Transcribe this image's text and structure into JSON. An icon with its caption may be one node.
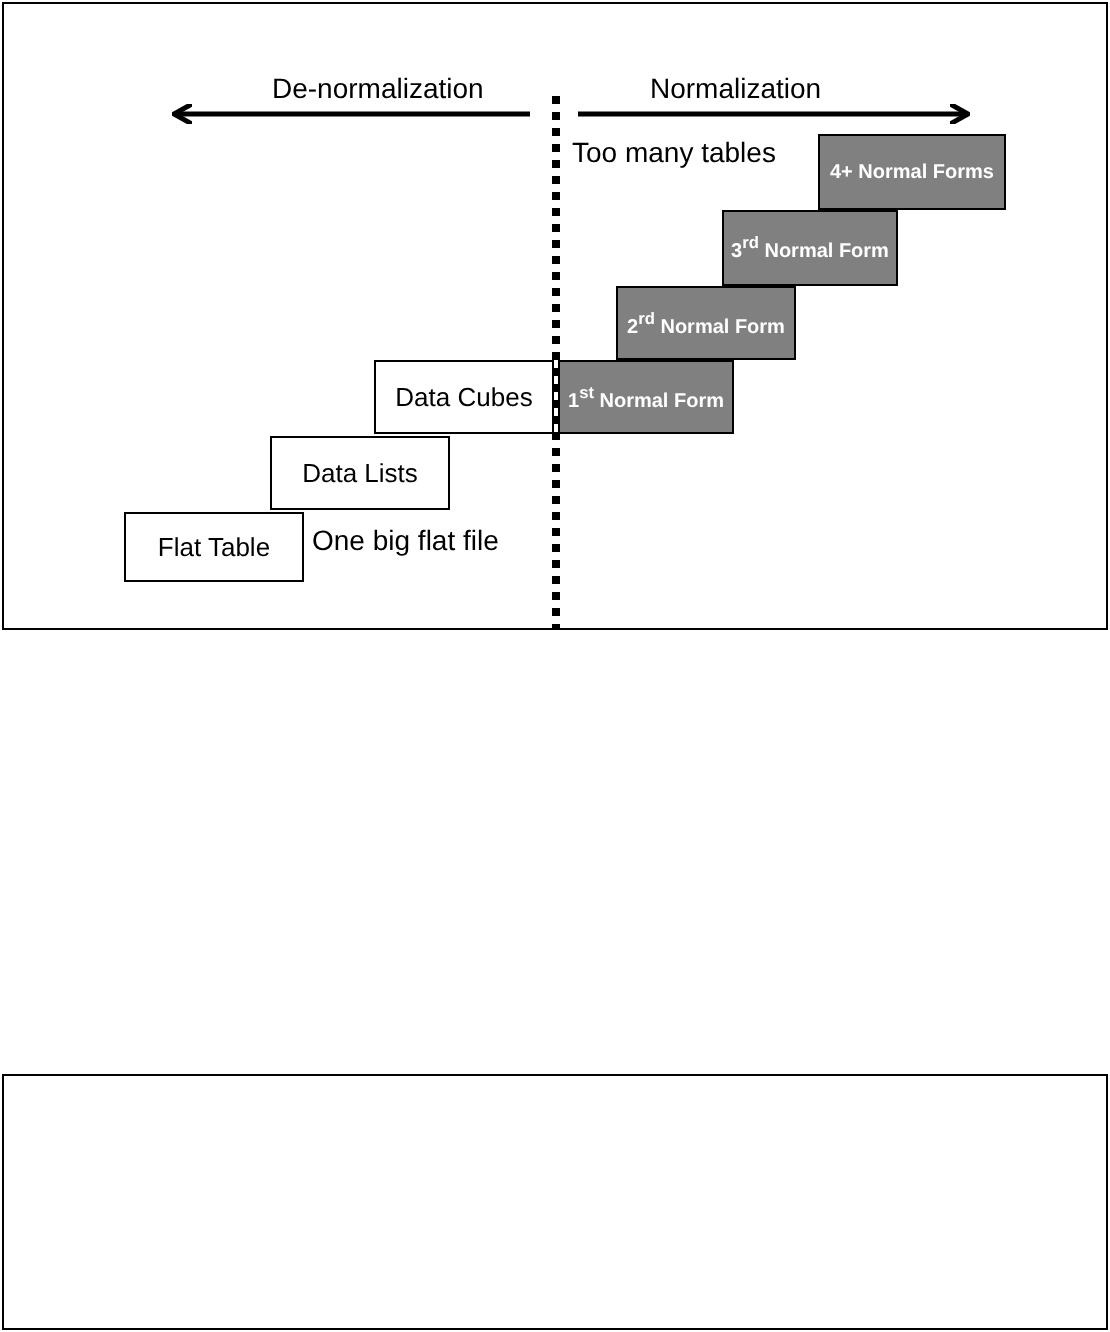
{
  "diagram": {
    "nodes": [
      {
        "text": [
          "Flat Table"
        ]
      },
      {
        "text": [
          "Data Lists"
        ]
      },
      {
        "text": [
          "Data Cubes"
        ]
      },
      {
        "text": [
          "1$^{st}$ Normal Form"
        ]
      },
      {
        "text": [
          "2$^{rd}$ Normal Form"
        ]
      },
      {
        "text": [
          "3$^{rd}$ Normal Form"
        ]
      },
      {
        "text": [
          "4+ Normal Forms"
        ]
      }
    ],
    "edges": [],
    "labels": [
      "De-normalization",
      "Normalization",
      "Too many tables",
      "One big flat file"
    ]
  }
}
